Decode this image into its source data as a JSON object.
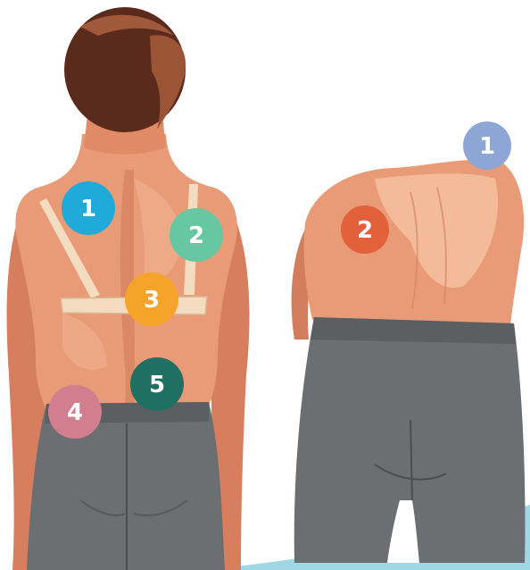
{
  "colors": {
    "skin": "#e99a76",
    "skin_light": "#f5c3a2",
    "skin_shadow": "#c9684c",
    "hair": "#5a2a1c",
    "hair_highlight": "#a0593a",
    "strap": "#f4dcc0",
    "pants": "#6b6f71",
    "pants_dark": "#4a4e50",
    "floor": "#9fd7e4"
  },
  "markers": [
    {
      "id": "back-1",
      "label": "1",
      "color": "#1faad9"
    },
    {
      "id": "back-2",
      "label": "2",
      "color": "#67c7a3"
    },
    {
      "id": "back-3",
      "label": "3",
      "color": "#f6a329"
    },
    {
      "id": "back-4",
      "label": "4",
      "color": "#d17e8f"
    },
    {
      "id": "back-5",
      "label": "5",
      "color": "#1f6f62"
    },
    {
      "id": "side-1",
      "label": "1",
      "color": "#8ea6d6"
    },
    {
      "id": "side-2",
      "label": "2",
      "color": "#e2603a"
    }
  ]
}
